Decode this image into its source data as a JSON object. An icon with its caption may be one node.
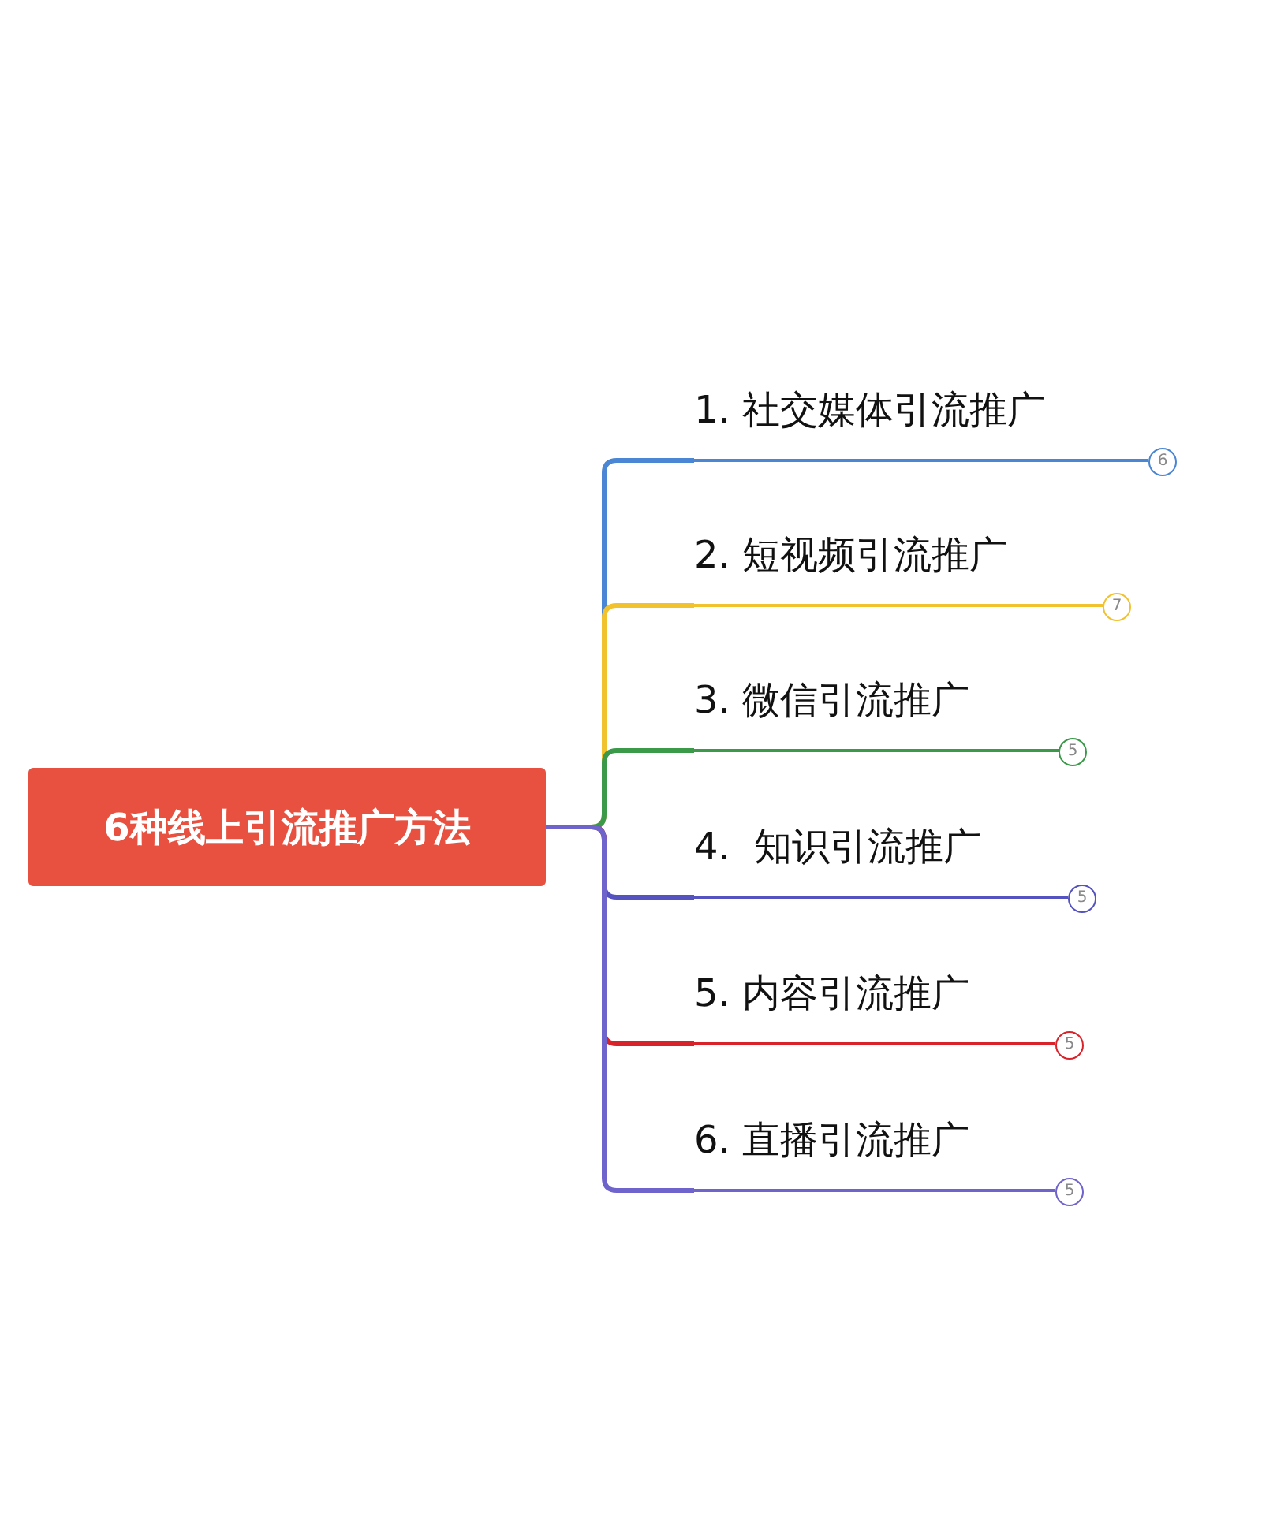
{
  "diagram": {
    "nodes": [
      {
        "text": [
          "6种线上引流推广方法"
        ]
      },
      {
        "text": [
          "1. 社交媒体引流推广"
        ],
        "beside": [
          "6"
        ]
      },
      {
        "text": [
          "2. 短视频引流推广"
        ],
        "beside": [
          "7"
        ]
      },
      {
        "text": [
          "3. 微信引流推广"
        ],
        "beside": [
          "5"
        ]
      },
      {
        "text": [
          "4.  知识引流推广"
        ],
        "beside": [
          "5"
        ]
      },
      {
        "text": [
          "5. 内容引流推广"
        ],
        "beside": [
          "5"
        ]
      },
      {
        "text": [
          "6. 直播引流推广"
        ],
        "beside": [
          "5"
        ]
      }
    ],
    "edges": [
      {
        "from": 0,
        "to": 1,
        "arrow": "none",
        "color": "#4a86d4"
      },
      {
        "from": 0,
        "to": 2,
        "arrow": "none",
        "color": "#f2c12e"
      },
      {
        "from": 0,
        "to": 3,
        "arrow": "none",
        "color": "#3a9a4a"
      },
      {
        "from": 0,
        "to": 4,
        "arrow": "none",
        "color": "#5553c0"
      },
      {
        "from": 0,
        "to": 5,
        "arrow": "none",
        "color": "#d8232a"
      },
      {
        "from": 0,
        "to": 6,
        "arrow": "none",
        "color": "#6f63cc"
      }
    ]
  }
}
